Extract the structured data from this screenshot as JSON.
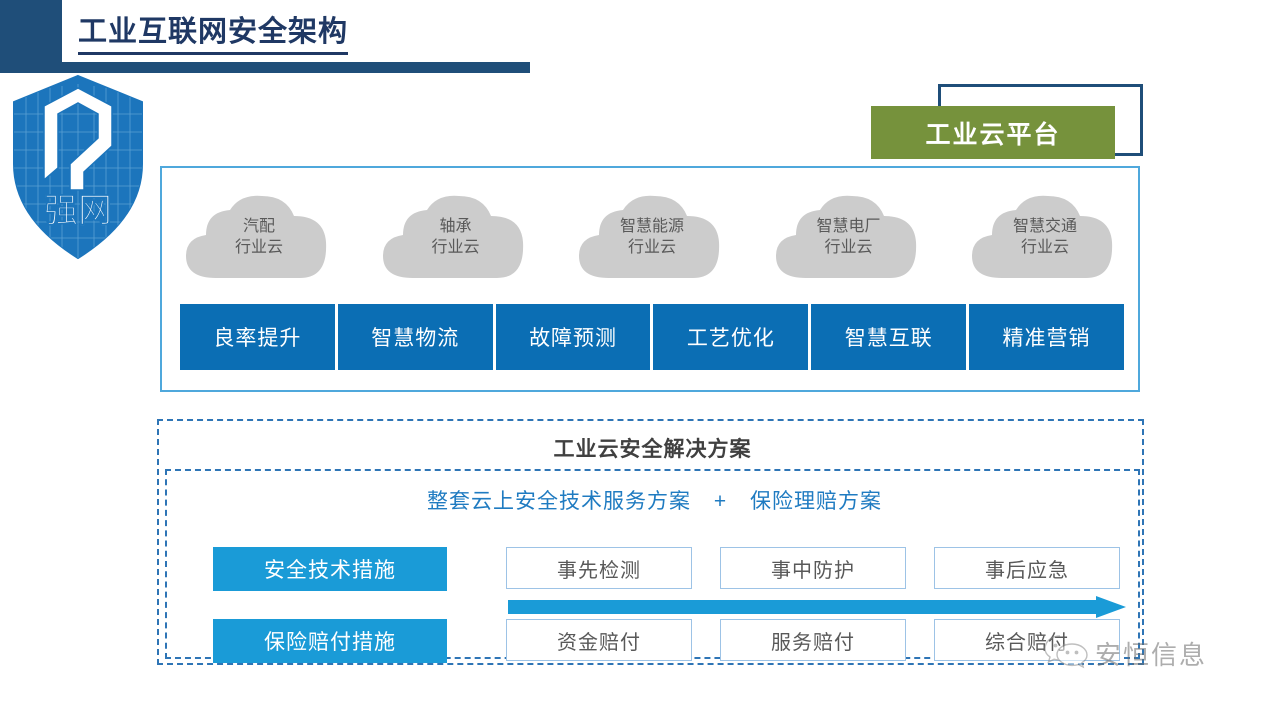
{
  "header": {
    "title": "工业互联网安全架构",
    "accent_color": "#1F4E79",
    "title_color": "#1F3864"
  },
  "logo": {
    "name": "qiangwang-shield-logo",
    "text": "强网",
    "color": "#1C75BC"
  },
  "banner": {
    "label": "工业云平台",
    "fill_color": "#76923C",
    "outline_color": "#1F4E79"
  },
  "platform": {
    "border_color": "#4FA8DC",
    "clouds": [
      {
        "line1": "汽配",
        "line2": "行业云"
      },
      {
        "line1": "轴承",
        "line2": "行业云"
      },
      {
        "line1": "智慧能源",
        "line2": "行业云"
      },
      {
        "line1": "智慧电厂",
        "line2": "行业云"
      },
      {
        "line1": "智慧交通",
        "line2": "行业云"
      }
    ],
    "cloud_fill": "#CCCCCC",
    "cloud_text_color": "#595959",
    "tiles": [
      "良率提升",
      "智慧物流",
      "故障预测",
      "工艺优化",
      "智慧互联",
      "精准营销"
    ],
    "tile_color": "#0B6EB4"
  },
  "solution": {
    "title": "工业云安全解决方案",
    "subtitle_left": "整套云上安全技术服务方案",
    "subtitle_plus": "+",
    "subtitle_right": "保险理赔方案",
    "subtitle_color": "#1F7BC1",
    "dash_border_color": "#2E75B6",
    "rows": [
      {
        "measure_label": "安全技术措施",
        "stages": [
          "事先检测",
          "事中防护",
          "事后应急"
        ]
      },
      {
        "measure_label": "保险赔付措施",
        "stages": [
          "资金赔付",
          "服务赔付",
          "综合赔付"
        ]
      }
    ],
    "measure_color": "#1A9BD7",
    "stage_border_color": "#9DC3E6",
    "arrow_color": "#1A9BD7"
  },
  "watermark": {
    "text": "安恒信息",
    "icon": "wechat-icon"
  }
}
